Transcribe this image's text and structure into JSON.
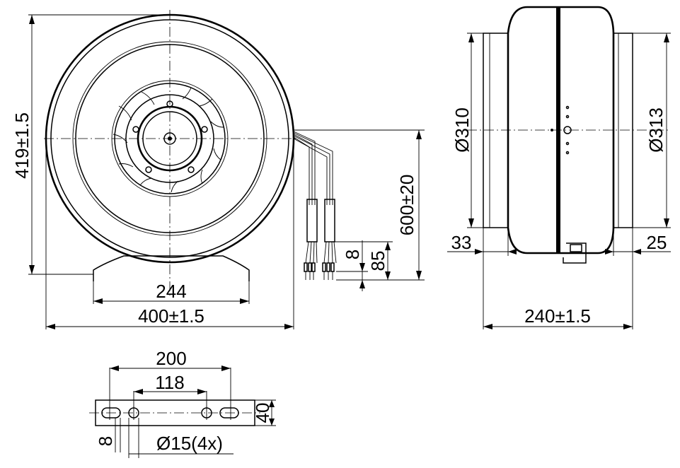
{
  "front_view": {
    "height_dim": "419±1.5",
    "width_dim": "400±1.5",
    "base_dim": "244"
  },
  "cable": {
    "length_dim": "600±20",
    "strip_dim": "8",
    "sleeve_dim": "85"
  },
  "side_view": {
    "inlet_diameter": "Ø310",
    "outlet_diameter": "Ø313",
    "inlet_collar": "33",
    "outlet_collar": "25",
    "length_dim": "240±1.5"
  },
  "bracket": {
    "outer_hole_spacing": "200",
    "inner_hole_spacing": "118",
    "height_dim": "40",
    "slot_dim": "8",
    "hole_dim": "Ø15(4x)"
  }
}
